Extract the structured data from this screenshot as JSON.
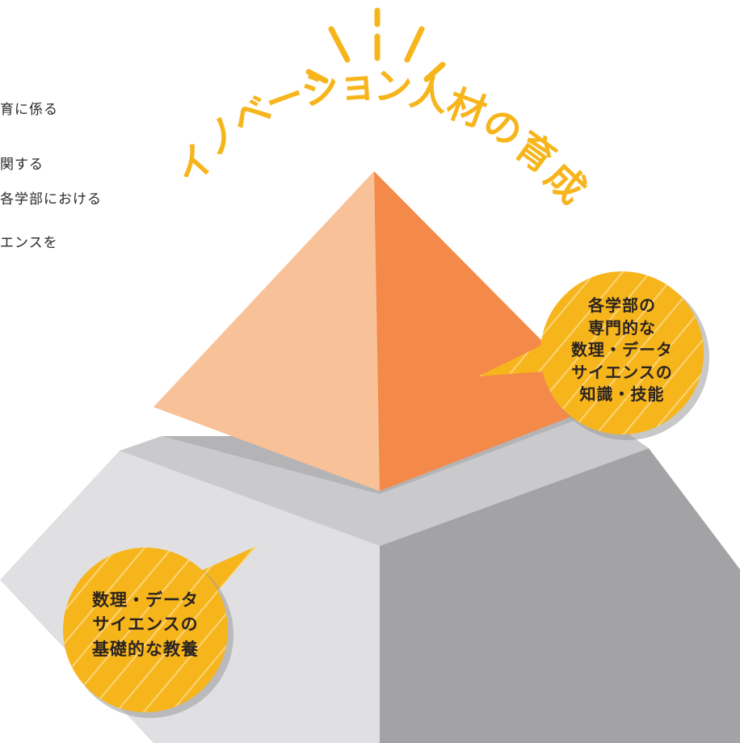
{
  "left_text": {
    "lines": [
      "育に係る",
      "関する",
      "各学部における",
      "エンスを"
    ]
  },
  "headline": {
    "chars": [
      "イ",
      "ノ",
      "ベ",
      "ー",
      "シ",
      "ョ",
      "ン",
      "人",
      "材",
      "の",
      "育",
      "成"
    ]
  },
  "bubbles": {
    "top": {
      "lines": [
        "各学部の",
        "専門的な",
        "数理・データ",
        "サイエンスの",
        "知識・技能"
      ]
    },
    "bottom": {
      "lines": [
        "数理・データ",
        "サイエンスの",
        "基礎的な教養"
      ]
    }
  },
  "colors": {
    "accent_yellow": "#F7B51C",
    "pyramid_light": "#F9C198",
    "pyramid_dark": "#F38A4A",
    "base_light": "#E0E0E2",
    "base_dark": "#A3A3A6"
  }
}
